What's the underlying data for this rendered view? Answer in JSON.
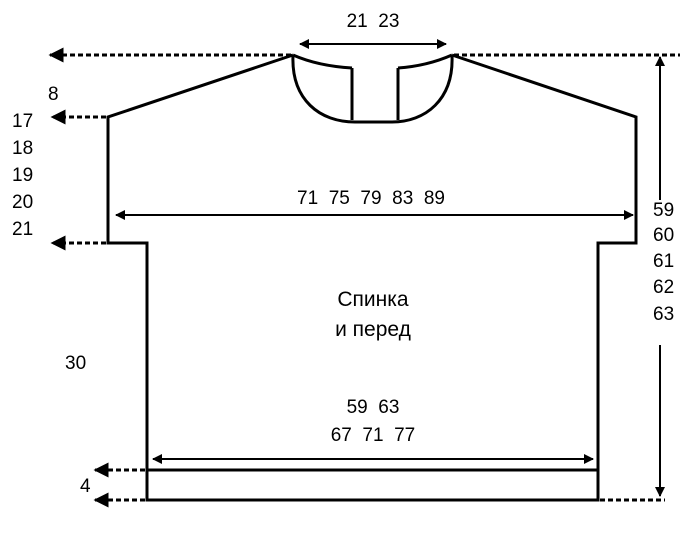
{
  "neck_width": "21  23",
  "shoulder_drop": "8",
  "armhole_depths": [
    "17",
    "18",
    "19",
    "20",
    "21"
  ],
  "chest_width": "71  75  79  83  89",
  "total_lengths": [
    "59",
    "60",
    "61",
    "62",
    "63"
  ],
  "label_line1": "Спинка",
  "label_line2": "и перед",
  "hem_widths_line1": "59  63",
  "hem_widths_line2": "67  71  77",
  "side_length": "30",
  "rib_height": "4"
}
